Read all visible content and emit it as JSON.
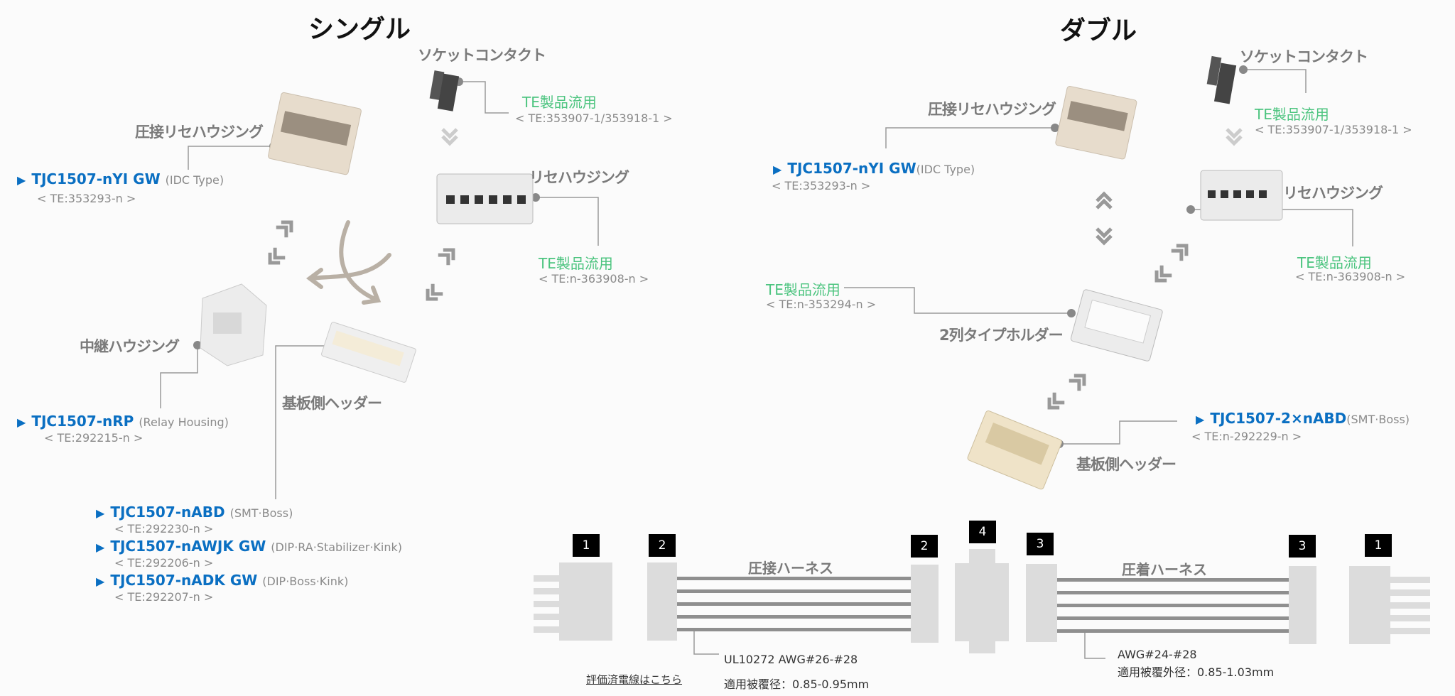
{
  "single": {
    "title": "シングル",
    "socket_contact": {
      "label": "ソケットコンタクト",
      "source": "TE製品流用",
      "part": "< TE:353907-1/353918-1 >"
    },
    "idc_housing": {
      "label": "圧接リセハウジング",
      "product": "TJC1507-nYI GW",
      "type": "(IDC Type)",
      "part": "< TE:353293-n >"
    },
    "receptacle": {
      "label": "リセハウジング",
      "source": "TE製品流用",
      "part": "< TE:n-363908-n >"
    },
    "relay": {
      "label": "中継ハウジング",
      "product": "TJC1507-nRP",
      "type": "(Relay Housing)",
      "part": "< TE:292215-n >"
    },
    "header": {
      "label": "基板側ヘッダー",
      "products": [
        {
          "product": "TJC1507-nABD",
          "type": "(SMT·Boss)",
          "part": "< TE:292230-n >"
        },
        {
          "product": "TJC1507-nAWJK GW",
          "type": "(DIP·RA·Stabilizer·Kink)",
          "part": "< TE:292206-n >"
        },
        {
          "product": "TJC1507-nADK GW",
          "type": "(DIP·Boss·Kink)",
          "part": "< TE:292207-n >"
        }
      ]
    }
  },
  "double": {
    "title": "ダブル",
    "socket_contact": {
      "label": "ソケットコンタクト",
      "source": "TE製品流用",
      "part": "< TE:353907-1/353918-1 >"
    },
    "idc_housing": {
      "label": "圧接リセハウジング",
      "product": "TJC1507-nYI GW",
      "type": "(IDC Type)",
      "part": "< TE:353293-n >"
    },
    "receptacle": {
      "label": "リセハウジング",
      "source": "TE製品流用",
      "part": "< TE:n-363908-n >"
    },
    "holder": {
      "label": "2列タイプホルダー",
      "source": "TE製品流用",
      "part": "< TE:n-353294-n >"
    },
    "header": {
      "label": "基板側ヘッダー",
      "product": "TJC1507-2×nABD",
      "type": "(SMT·Boss)",
      "part": "< TE:n-292229-n >"
    }
  },
  "harness": {
    "numbers": [
      "1",
      "2",
      "2",
      "4",
      "3",
      "3",
      "1"
    ],
    "idc_label": "圧接ハーネス",
    "crimp_label": "圧着ハーネス",
    "idc_wire": "UL10272 AWG#26-#28",
    "idc_od": "適用被覆径：0.85-0.95mm",
    "crimp_wire": "AWG#24-#28",
    "crimp_od": "適用被覆外径：0.85-1.03mm",
    "evaluated_link": "評価済電線はこちら"
  },
  "colors": {
    "blue": "#0a6fc2",
    "green": "#4cc47f",
    "gray": "#7a7a7a"
  }
}
